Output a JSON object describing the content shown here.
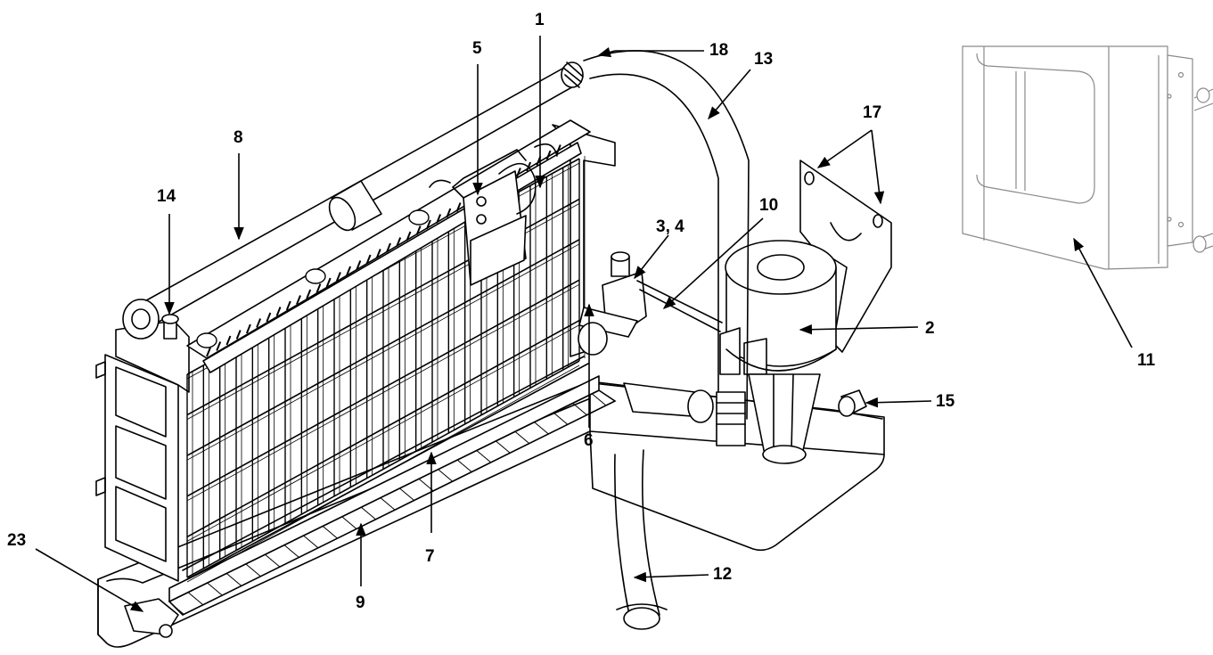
{
  "callouts": [
    {
      "id": "1",
      "text": "1"
    },
    {
      "id": "2",
      "text": "2"
    },
    {
      "id": "3-4",
      "text": "3, 4"
    },
    {
      "id": "5",
      "text": "5"
    },
    {
      "id": "6",
      "text": "6"
    },
    {
      "id": "7",
      "text": "7"
    },
    {
      "id": "8",
      "text": "8"
    },
    {
      "id": "9",
      "text": "9"
    },
    {
      "id": "10",
      "text": "10"
    },
    {
      "id": "11",
      "text": "11"
    },
    {
      "id": "12",
      "text": "12"
    },
    {
      "id": "13",
      "text": "13"
    },
    {
      "id": "14",
      "text": "14"
    },
    {
      "id": "15",
      "text": "15"
    },
    {
      "id": "17",
      "text": "17"
    },
    {
      "id": "18",
      "text": "18"
    },
    {
      "id": "23",
      "text": "23"
    }
  ],
  "colors": {
    "line": "#000000",
    "background": "#ffffff",
    "inset_line": "#8a8a8a"
  }
}
